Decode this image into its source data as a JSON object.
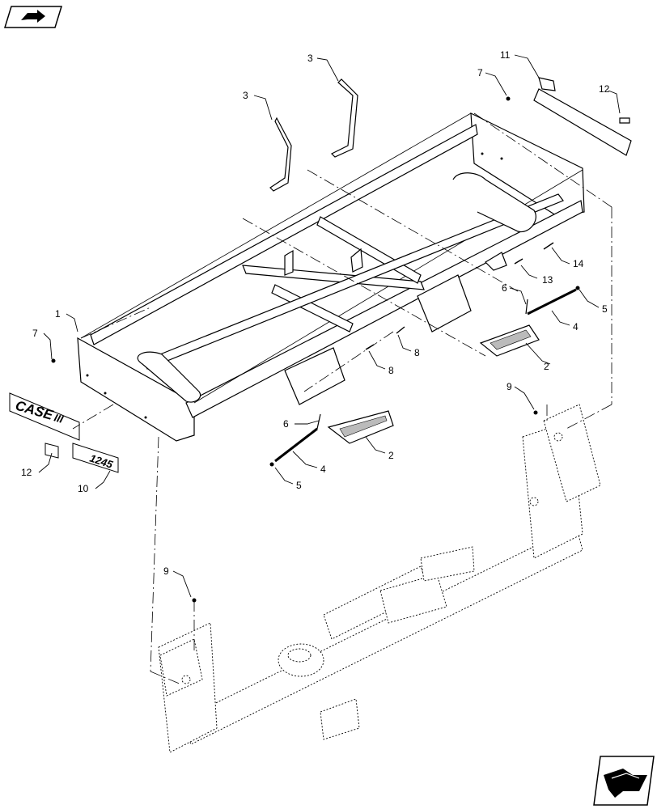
{
  "callouts": {
    "c1": "1",
    "c2a": "2",
    "c2b": "2",
    "c3a": "3",
    "c3b": "3",
    "c4a": "4",
    "c4b": "4",
    "c5a": "5",
    "c5b": "5",
    "c6a": "6",
    "c6b": "6",
    "c7a": "7",
    "c7b": "7",
    "c8a": "8",
    "c8b": "8",
    "c9a": "9",
    "c9b": "9",
    "c10": "10",
    "c11": "11",
    "c12a": "12",
    "c12b": "12",
    "c13": "13",
    "c14": "14"
  },
  "decal": {
    "brand": "CASE",
    "brand_mark": "III",
    "model": "1245"
  },
  "icons": {
    "top_left": "open-book-icon",
    "bottom_right": "next-page-arrow-icon"
  }
}
